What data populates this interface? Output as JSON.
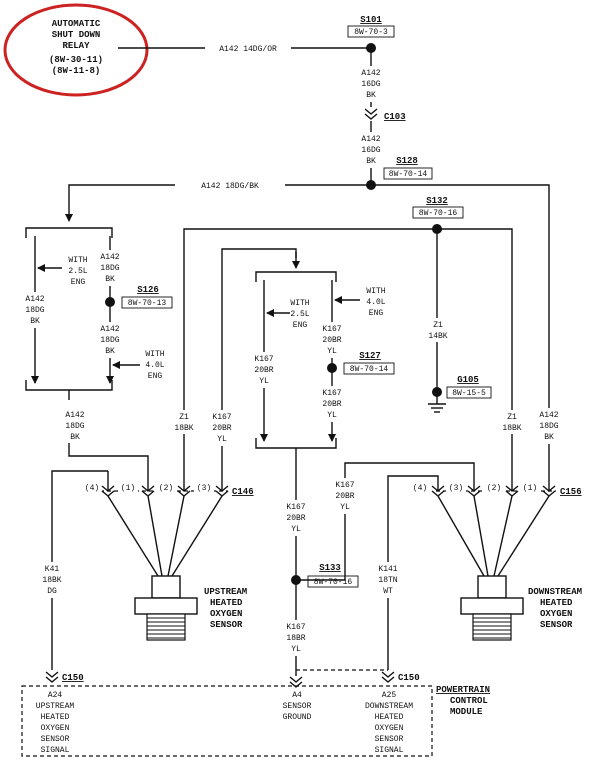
{
  "relay": {
    "lines": [
      "AUTOMATIC",
      "SHUT DOWN",
      "RELAY",
      "(8W-30-11)",
      "(8W-11-8)"
    ],
    "highlight_color": "#cc2222"
  },
  "wires": {
    "top": "A142 14DG/OR",
    "a142_16dg": [
      "A142",
      "16DG",
      "BK"
    ],
    "a142_16dg_b": [
      "A142",
      "16DG",
      "BK"
    ],
    "branch": "A142 18DG/BK",
    "left_upper": [
      "A142",
      "18DG",
      "BK"
    ],
    "left_side": [
      "A142",
      "18DG",
      "BK"
    ],
    "left_lower": [
      "A142",
      "18DG",
      "BK"
    ],
    "left_bottom": [
      "A142",
      "18DG",
      "BK"
    ],
    "z1_left": [
      "Z1",
      "18BK"
    ],
    "k167_left": [
      "K167",
      "20BR",
      "YL"
    ],
    "mid_left": [
      "K167",
      "20BR",
      "YL"
    ],
    "mid_upper": [
      "K167",
      "20BR",
      "YL"
    ],
    "mid_lower": [
      "K167",
      "20BR",
      "YL"
    ],
    "mid_bottom": [
      "K167",
      "20BR",
      "YL"
    ],
    "right_k167": [
      "K167",
      "20BR",
      "YL"
    ],
    "z1_ground": [
      "Z1",
      "14BK"
    ],
    "z1_right": [
      "Z1",
      "18BK"
    ],
    "a142_right": [
      "A142",
      "18DG",
      "BK"
    ],
    "k41": [
      "K41",
      "18BK",
      "DG"
    ],
    "k167_18": [
      "K167",
      "18BR",
      "YL"
    ],
    "k141": [
      "K141",
      "18TN",
      "WT"
    ]
  },
  "engine_notes": {
    "l25_left": [
      "WITH",
      "2.5L",
      "ENG"
    ],
    "l40_left": [
      "WITH",
      "4.0L",
      "ENG"
    ],
    "l25_mid": [
      "WITH",
      "2.5L",
      "ENG"
    ],
    "l40_mid": [
      "WITH",
      "4.0L",
      "ENG"
    ]
  },
  "splices": [
    {
      "id": "S101",
      "ref": "8W-70-3"
    },
    {
      "id": "S128",
      "ref": "8W-70-14"
    },
    {
      "id": "S132",
      "ref": "8W-70-16"
    },
    {
      "id": "S126",
      "ref": "8W-70-13"
    },
    {
      "id": "S127",
      "ref": "8W-70-14"
    },
    {
      "id": "S133",
      "ref": "8W-70-16"
    },
    {
      "id": "G105",
      "ref": "8W-15-5"
    }
  ],
  "connectors": {
    "c103": "C103",
    "c146": "C146",
    "c156": "C156",
    "c150": "C150"
  },
  "c146_pins": [
    "(4)",
    "(1)",
    "(2)",
    "(3)"
  ],
  "c156_pins": [
    "(4)",
    "(3)",
    "(2)",
    "(1)"
  ],
  "upstream_sensor": [
    "UPSTREAM",
    "HEATED",
    "OXYGEN",
    "SENSOR"
  ],
  "downstream_sensor": [
    "DOWNSTREAM",
    "HEATED",
    "OXYGEN",
    "SENSOR"
  ],
  "pcm": {
    "title": [
      "POWERTRAIN",
      "CONTROL",
      "MODULE"
    ],
    "a24": [
      "A24",
      "UPSTREAM",
      "HEATED",
      "OXYGEN",
      "SENSOR",
      "SIGNAL"
    ],
    "a4": [
      "A4",
      "SENSOR",
      "GROUND"
    ],
    "a25": [
      "A25",
      "DOWNSTREAM",
      "HEATED",
      "OXYGEN",
      "SENSOR",
      "SIGNAL"
    ]
  }
}
